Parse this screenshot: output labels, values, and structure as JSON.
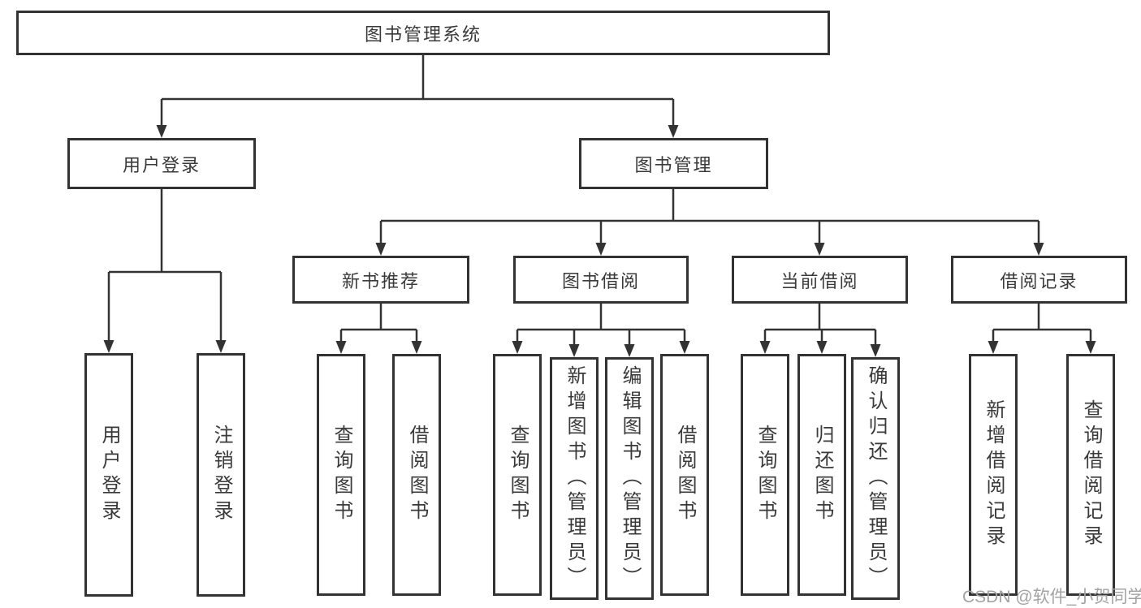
{
  "tree": {
    "root": "图书管理系统",
    "branches": [
      {
        "label": "用户登录",
        "leaves": [
          "用户登录",
          "注销登录"
        ]
      },
      {
        "label": "图书管理",
        "groups": [
          {
            "label": "新书推荐",
            "leaves": [
              "查询图书",
              "借阅图书"
            ]
          },
          {
            "label": "图书借阅",
            "leaves": [
              "查询图书",
              "新增图书（管理员）",
              "编辑图书（管理员）",
              "借阅图书"
            ]
          },
          {
            "label": "当前借阅",
            "leaves": [
              "查询图书",
              "归还图书",
              "确认归还（管理员）"
            ]
          },
          {
            "label": "借阅记录",
            "leaves": [
              "新增借阅记录",
              "查询借阅记录"
            ]
          }
        ]
      }
    ]
  },
  "watermark": "CSDN @软件_小贺同学",
  "colors": {
    "line": "#333333",
    "box_border": "#333333",
    "box_fill": "#ffffff",
    "text": "#3a3a3a",
    "watermark": "#a3a3a3",
    "background": "#ffffff"
  }
}
